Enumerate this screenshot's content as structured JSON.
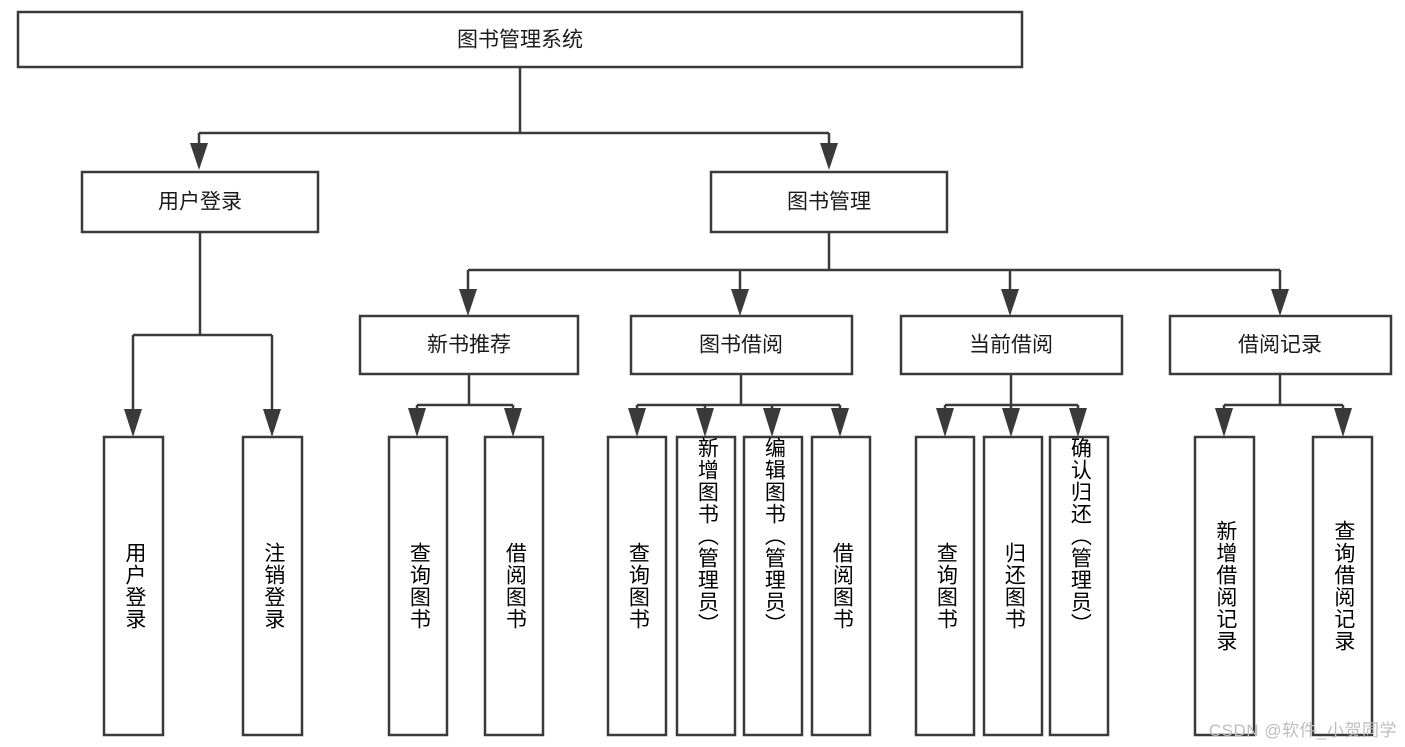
{
  "diagram": {
    "title": "图书管理系统",
    "type": "tree",
    "background_color": "#ffffff",
    "line_color": "#3a3a3a",
    "text_color": "#1b1b1b",
    "watermark": "CSDN @软件_小贺同学"
  },
  "root": {
    "label": "图书管理系统"
  },
  "level2": [
    {
      "label": "用户登录"
    },
    {
      "label": "图书管理"
    }
  ],
  "level3": [
    {
      "label": "新书推荐"
    },
    {
      "label": "图书借阅"
    },
    {
      "label": "当前借阅"
    },
    {
      "label": "借阅记录"
    }
  ],
  "leaves": {
    "user_login": [
      {
        "label": "用户登录"
      },
      {
        "label": "注销登录"
      }
    ],
    "new_book_recommend": [
      {
        "label": "查询图书"
      },
      {
        "label": "借阅图书"
      }
    ],
    "book_borrow": [
      {
        "label": "查询图书"
      },
      {
        "label": "新增图书（管理员）"
      },
      {
        "label": "编辑图书（管理员）"
      },
      {
        "label": "借阅图书"
      }
    ],
    "current_borrow": [
      {
        "label": "查询图书"
      },
      {
        "label": "归还图书"
      },
      {
        "label": "确认归还（管理员）"
      }
    ],
    "borrow_records": [
      {
        "label": "新增借阅记录"
      },
      {
        "label": "查询借阅记录"
      }
    ]
  }
}
